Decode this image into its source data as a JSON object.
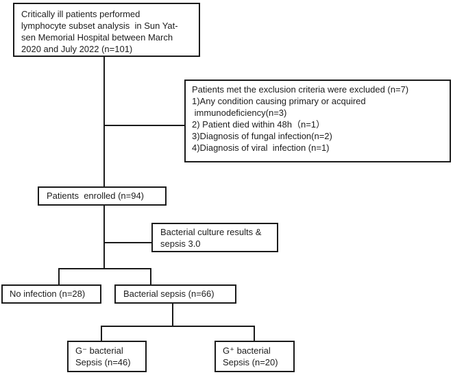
{
  "colors": {
    "background": "#ffffff",
    "box_border": "#1a1a1a",
    "text": "#1c1c1c",
    "connector": "#1a1a1a"
  },
  "boxes": {
    "initial": {
      "lines": [
        "Critically ill patients performed",
        "lymphocyte subset analysis  in Sun Yat-",
        "sen Memorial Hospital between March",
        "2020 and July 2022 (n=101)"
      ]
    },
    "excluded": {
      "lines": [
        "Patients met the exclusion criteria were excluded (n=7)",
        "1)Any condition causing primary or acquired",
        " immunodeficiency(n=3)",
        "2) Patient died within 48h（n=1）",
        "3)Diagnosis of fungal infection(n=2)",
        "4)Diagnosis of viral  infection (n=1)"
      ]
    },
    "enrolled": {
      "label": "Patients  enrolled (n=94)"
    },
    "culture": {
      "lines": [
        "Bacterial culture results &",
        "sepsis 3.0"
      ]
    },
    "no_infection": {
      "label": "No infection (n=28)"
    },
    "bacterial_sepsis": {
      "label": "Bacterial sepsis (n=66)"
    },
    "g_negative": {
      "lines": [
        "G⁻ bacterial",
        "Sepsis (n=46)"
      ]
    },
    "g_positive": {
      "lines": [
        "G⁺ bacterial",
        "Sepsis (n=20)"
      ]
    }
  }
}
